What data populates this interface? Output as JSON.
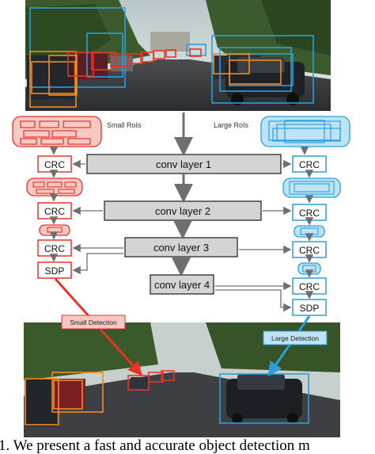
{
  "labels": {
    "small_rois": "Small RoIs",
    "large_rois": "Large RoIs",
    "conv1": "conv layer 1",
    "conv2": "conv layer 2",
    "conv3": "conv layer 3",
    "conv4": "conv layer 4",
    "crc": "CRC",
    "sdp": "SDP",
    "small_detection": "Small Detection",
    "large_detection": "Large Detection"
  },
  "caption": "1. We present a fast and accurate object detection m",
  "colors": {
    "small_red": "#e8332b",
    "small_fill": "#f8c8c2",
    "large_blue": "#2a9fdc",
    "large_fill": "#bfe3f6",
    "layer_fill": "#d4d4d4",
    "orange": "#f28a1e"
  }
}
